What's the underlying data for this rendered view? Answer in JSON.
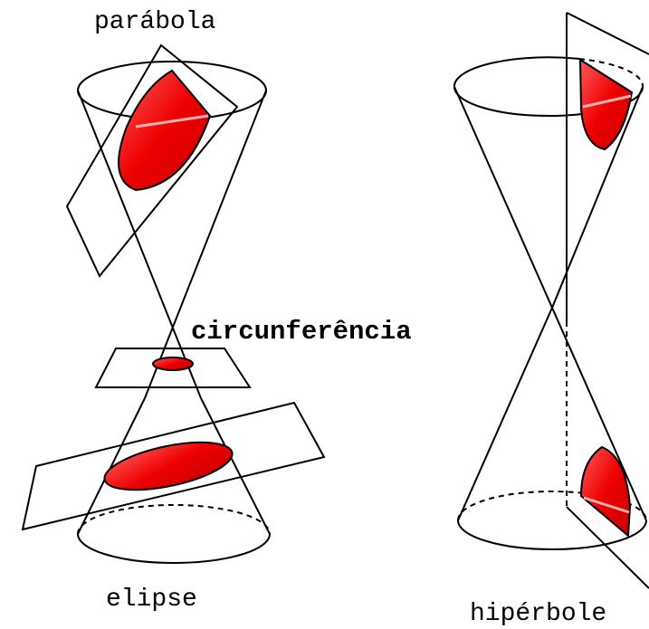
{
  "labels": {
    "parabola": "parábola",
    "circunferencia": "circunferência",
    "elipse": "elipse",
    "hiperbole": "hipérbole"
  },
  "colors": {
    "section_fill": "#ee0000",
    "section_highlight": "#ff6a6a",
    "line": "#000000",
    "background": "#ffffff"
  }
}
